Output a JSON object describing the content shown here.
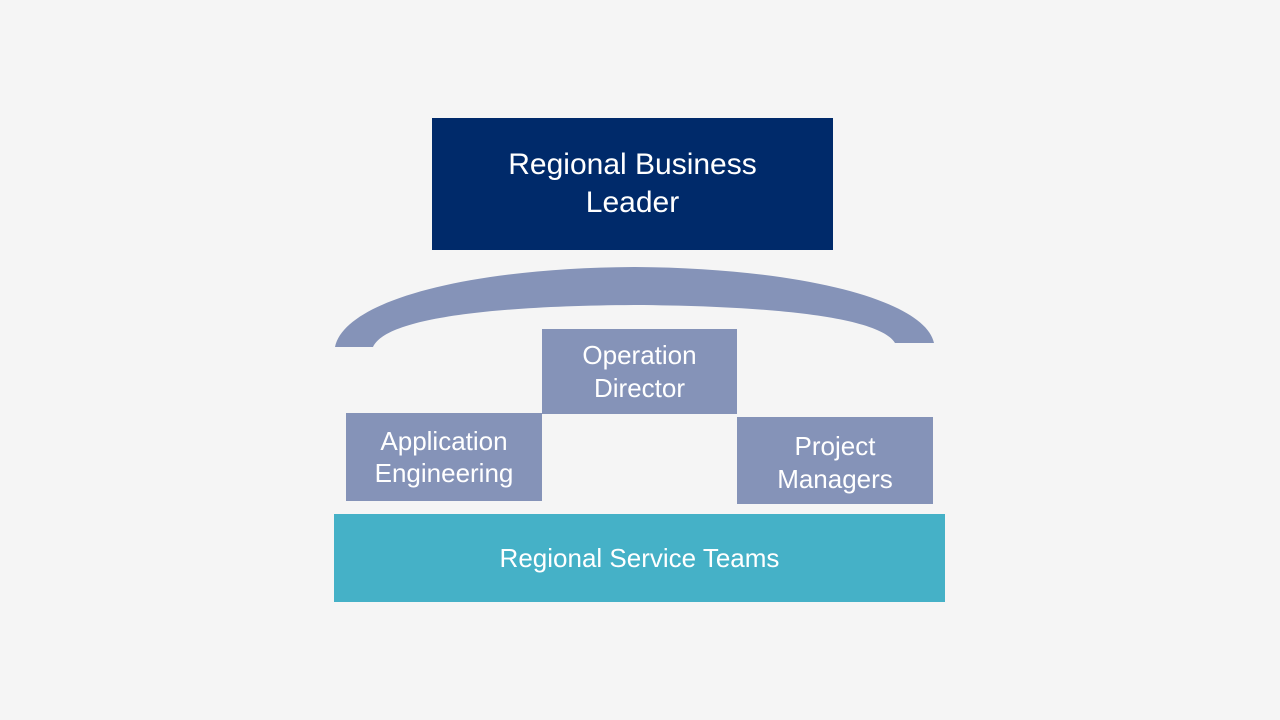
{
  "diagram": {
    "type": "org-structure",
    "colors": {
      "background": "#f5f5f5",
      "leader": "#002a6a",
      "mid": "#8593b8",
      "base": "#45b1c7",
      "text": "#ffffff"
    },
    "nodes": {
      "leader": "Regional Business\nLeader",
      "operation_director": "Operation\nDirector",
      "application_engineering": "Application\nEngineering",
      "project_managers": "Project\nManagers",
      "regional_service_teams": "Regional Service Teams"
    }
  }
}
